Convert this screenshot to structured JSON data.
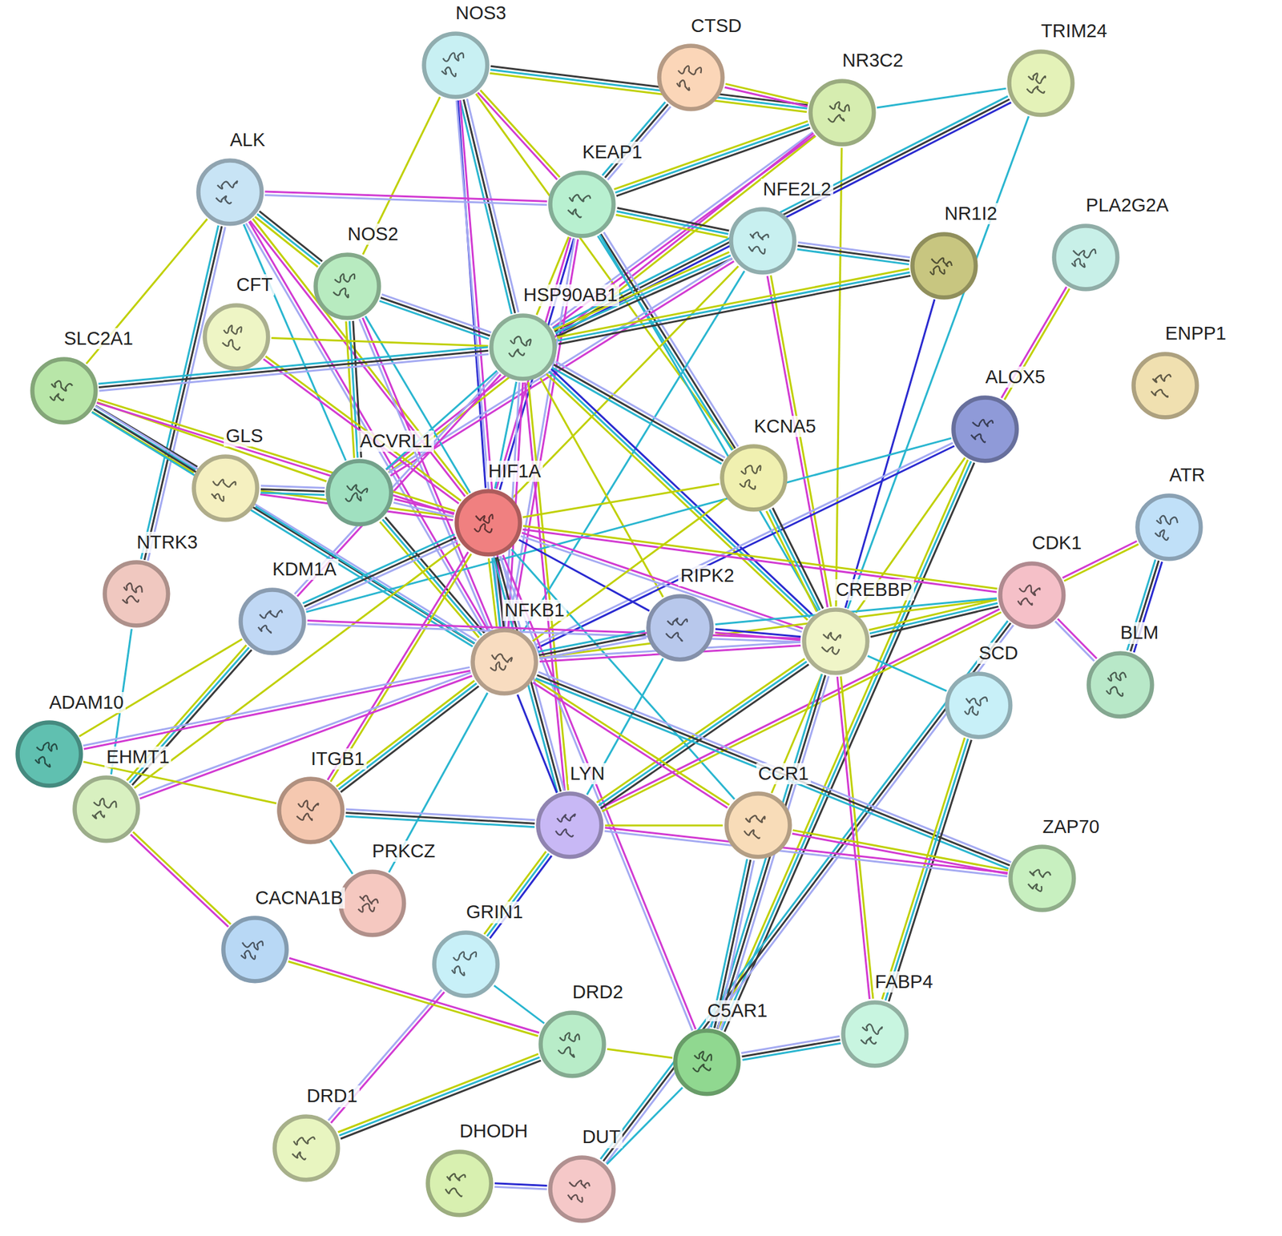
{
  "diagram": {
    "nodes": [
      {
        "text": [
          "NOS3"
        ]
      },
      {
        "text": [
          "CTSD"
        ]
      },
      {
        "text": [
          "NR3C2"
        ]
      },
      {
        "text": [
          "TRIM24"
        ]
      },
      {
        "text": [
          "ALK"
        ]
      },
      {
        "text": [
          "KEAP1"
        ]
      },
      {
        "text": [
          "NFE2L2"
        ]
      },
      {
        "text": [
          "NR1I2"
        ]
      },
      {
        "text": [
          "PLA2G2A"
        ]
      },
      {
        "text": [
          "NOS2"
        ]
      },
      {
        "text": [
          "CFT"
        ]
      },
      {
        "text": [
          "HSP90AB1"
        ]
      },
      {
        "text": [
          "SLC2A1"
        ]
      },
      {
        "text": [
          "ENPP1"
        ]
      },
      {
        "text": [
          "ALOX5"
        ]
      },
      {
        "text": [
          "GLS"
        ]
      },
      {
        "text": [
          "ACVRL1"
        ]
      },
      {
        "text": [
          "HIF1A"
        ]
      },
      {
        "text": [
          "KCNA5"
        ]
      },
      {
        "text": [
          "ATR"
        ]
      },
      {
        "text": [
          "NTRK3"
        ]
      },
      {
        "text": [
          "CDK1"
        ]
      },
      {
        "text": [
          "KDM1A"
        ]
      },
      {
        "text": [
          "RIPK2"
        ]
      },
      {
        "text": [
          "CREBBP"
        ]
      },
      {
        "text": [
          "NFKB1"
        ]
      },
      {
        "text": [
          "SCD"
        ]
      },
      {
        "text": [
          "BLM"
        ]
      },
      {
        "text": [
          "ADAM10"
        ]
      },
      {
        "text": [
          "EHMT1"
        ]
      },
      {
        "text": [
          "ITGB1"
        ]
      },
      {
        "text": [
          "LYN"
        ]
      },
      {
        "text": [
          "CCR1"
        ]
      },
      {
        "text": [
          "ZAP70"
        ]
      },
      {
        "text": [
          "PRKCZ"
        ]
      },
      {
        "text": [
          "CACNA1B"
        ]
      },
      {
        "text": [
          "GRIN1"
        ]
      },
      {
        "text": [
          "DRD2"
        ]
      },
      {
        "text": [
          "C5AR1"
        ]
      },
      {
        "text": [
          "FABP4"
        ]
      },
      {
        "text": [
          "DRD1"
        ]
      },
      {
        "text": [
          "DHODH"
        ]
      },
      {
        "text": [
          "DUT"
        ]
      }
    ],
    "edges": [
      {
        "from": 0,
        "to": 9,
        "arrow": "none"
      },
      {
        "from": 0,
        "to": 5,
        "arrow": "none"
      },
      {
        "from": 0,
        "to": 11,
        "arrow": "none"
      },
      {
        "from": 0,
        "to": 17,
        "arrow": "none"
      },
      {
        "from": 0,
        "to": 25,
        "arrow": "none"
      },
      {
        "from": 0,
        "to": 2,
        "arrow": "none"
      },
      {
        "from": 0,
        "to": 18,
        "arrow": "none"
      },
      {
        "from": 1,
        "to": 2,
        "arrow": "none"
      },
      {
        "from": 1,
        "to": 5,
        "arrow": "none"
      },
      {
        "from": 2,
        "to": 3,
        "arrow": "none"
      },
      {
        "from": 2,
        "to": 11,
        "arrow": "none"
      },
      {
        "from": 2,
        "to": 5,
        "arrow": "none"
      },
      {
        "from": 2,
        "to": 24,
        "arrow": "none"
      },
      {
        "from": 2,
        "to": 16,
        "arrow": "none"
      },
      {
        "from": 3,
        "to": 11,
        "arrow": "none"
      },
      {
        "from": 3,
        "to": 24,
        "arrow": "none"
      },
      {
        "from": 4,
        "to": 5,
        "arrow": "none"
      },
      {
        "from": 4,
        "to": 9,
        "arrow": "none"
      },
      {
        "from": 4,
        "to": 12,
        "arrow": "none"
      },
      {
        "from": 4,
        "to": 17,
        "arrow": "none"
      },
      {
        "from": 4,
        "to": 20,
        "arrow": "none"
      },
      {
        "from": 4,
        "to": 16,
        "arrow": "none"
      },
      {
        "from": 4,
        "to": 25,
        "arrow": "none"
      },
      {
        "from": 5,
        "to": 6,
        "arrow": "none"
      },
      {
        "from": 5,
        "to": 11,
        "arrow": "none"
      },
      {
        "from": 5,
        "to": 17,
        "arrow": "none"
      },
      {
        "from": 5,
        "to": 18,
        "arrow": "none"
      },
      {
        "from": 5,
        "to": 24,
        "arrow": "none"
      },
      {
        "from": 5,
        "to": 25,
        "arrow": "none"
      },
      {
        "from": 6,
        "to": 11,
        "arrow": "none"
      },
      {
        "from": 6,
        "to": 17,
        "arrow": "none"
      },
      {
        "from": 6,
        "to": 24,
        "arrow": "none"
      },
      {
        "from": 6,
        "to": 7,
        "arrow": "none"
      },
      {
        "from": 6,
        "to": 25,
        "arrow": "none"
      },
      {
        "from": 6,
        "to": 16,
        "arrow": "none"
      },
      {
        "from": 7,
        "to": 11,
        "arrow": "none"
      },
      {
        "from": 7,
        "to": 24,
        "arrow": "none"
      },
      {
        "from": 8,
        "to": 14,
        "arrow": "none"
      },
      {
        "from": 9,
        "to": 11,
        "arrow": "none"
      },
      {
        "from": 9,
        "to": 17,
        "arrow": "none"
      },
      {
        "from": 9,
        "to": 25,
        "arrow": "none"
      },
      {
        "from": 9,
        "to": 16,
        "arrow": "none"
      },
      {
        "from": 10,
        "to": 11,
        "arrow": "none"
      },
      {
        "from": 10,
        "to": 17,
        "arrow": "none"
      },
      {
        "from": 11,
        "to": 12,
        "arrow": "none"
      },
      {
        "from": 11,
        "to": 17,
        "arrow": "none"
      },
      {
        "from": 11,
        "to": 25,
        "arrow": "none"
      },
      {
        "from": 11,
        "to": 24,
        "arrow": "none"
      },
      {
        "from": 11,
        "to": 23,
        "arrow": "none"
      },
      {
        "from": 11,
        "to": 31,
        "arrow": "none"
      },
      {
        "from": 11,
        "to": 18,
        "arrow": "none"
      },
      {
        "from": 11,
        "to": 16,
        "arrow": "none"
      },
      {
        "from": 11,
        "to": 22,
        "arrow": "none"
      },
      {
        "from": 12,
        "to": 15,
        "arrow": "none"
      },
      {
        "from": 12,
        "to": 16,
        "arrow": "none"
      },
      {
        "from": 12,
        "to": 17,
        "arrow": "none"
      },
      {
        "from": 12,
        "to": 25,
        "arrow": "none"
      },
      {
        "from": 14,
        "to": 22,
        "arrow": "none"
      },
      {
        "from": 14,
        "to": 25,
        "arrow": "none"
      },
      {
        "from": 14,
        "to": 38,
        "arrow": "none"
      },
      {
        "from": 14,
        "to": 24,
        "arrow": "none"
      },
      {
        "from": 15,
        "to": 17,
        "arrow": "none"
      },
      {
        "from": 15,
        "to": 16,
        "arrow": "none"
      },
      {
        "from": 15,
        "to": 25,
        "arrow": "none"
      },
      {
        "from": 16,
        "to": 17,
        "arrow": "none"
      },
      {
        "from": 16,
        "to": 25,
        "arrow": "none"
      },
      {
        "from": 17,
        "to": 18,
        "arrow": "none"
      },
      {
        "from": 17,
        "to": 21,
        "arrow": "none"
      },
      {
        "from": 17,
        "to": 22,
        "arrow": "none"
      },
      {
        "from": 17,
        "to": 23,
        "arrow": "none"
      },
      {
        "from": 17,
        "to": 24,
        "arrow": "none"
      },
      {
        "from": 17,
        "to": 25,
        "arrow": "none"
      },
      {
        "from": 17,
        "to": 29,
        "arrow": "none"
      },
      {
        "from": 17,
        "to": 30,
        "arrow": "none"
      },
      {
        "from": 17,
        "to": 31,
        "arrow": "none"
      },
      {
        "from": 17,
        "to": 32,
        "arrow": "none"
      },
      {
        "from": 17,
        "to": 38,
        "arrow": "none"
      },
      {
        "from": 18,
        "to": 24,
        "arrow": "none"
      },
      {
        "from": 18,
        "to": 25,
        "arrow": "none"
      },
      {
        "from": 19,
        "to": 21,
        "arrow": "none"
      },
      {
        "from": 19,
        "to": 27,
        "arrow": "none"
      },
      {
        "from": 20,
        "to": 29,
        "arrow": "none"
      },
      {
        "from": 21,
        "to": 27,
        "arrow": "none"
      },
      {
        "from": 21,
        "to": 24,
        "arrow": "none"
      },
      {
        "from": 21,
        "to": 25,
        "arrow": "none"
      },
      {
        "from": 21,
        "to": 31,
        "arrow": "none"
      },
      {
        "from": 21,
        "to": 42,
        "arrow": "none"
      },
      {
        "from": 21,
        "to": 23,
        "arrow": "none"
      },
      {
        "from": 22,
        "to": 24,
        "arrow": "none"
      },
      {
        "from": 22,
        "to": 29,
        "arrow": "none"
      },
      {
        "from": 22,
        "to": 28,
        "arrow": "none"
      },
      {
        "from": 23,
        "to": 24,
        "arrow": "none"
      },
      {
        "from": 23,
        "to": 25,
        "arrow": "none"
      },
      {
        "from": 23,
        "to": 31,
        "arrow": "none"
      },
      {
        "from": 24,
        "to": 25,
        "arrow": "none"
      },
      {
        "from": 24,
        "to": 31,
        "arrow": "none"
      },
      {
        "from": 24,
        "to": 32,
        "arrow": "none"
      },
      {
        "from": 24,
        "to": 39,
        "arrow": "none"
      },
      {
        "from": 24,
        "to": 38,
        "arrow": "none"
      },
      {
        "from": 24,
        "to": 26,
        "arrow": "none"
      },
      {
        "from": 25,
        "to": 29,
        "arrow": "none"
      },
      {
        "from": 25,
        "to": 30,
        "arrow": "none"
      },
      {
        "from": 25,
        "to": 31,
        "arrow": "none"
      },
      {
        "from": 25,
        "to": 32,
        "arrow": "none"
      },
      {
        "from": 25,
        "to": 33,
        "arrow": "none"
      },
      {
        "from": 25,
        "to": 34,
        "arrow": "none"
      },
      {
        "from": 25,
        "to": 28,
        "arrow": "none"
      },
      {
        "from": 26,
        "to": 39,
        "arrow": "none"
      },
      {
        "from": 28,
        "to": 30,
        "arrow": "none"
      },
      {
        "from": 29,
        "to": 35,
        "arrow": "none"
      },
      {
        "from": 30,
        "to": 31,
        "arrow": "none"
      },
      {
        "from": 30,
        "to": 34,
        "arrow": "none"
      },
      {
        "from": 31,
        "to": 33,
        "arrow": "none"
      },
      {
        "from": 31,
        "to": 36,
        "arrow": "none"
      },
      {
        "from": 31,
        "to": 32,
        "arrow": "none"
      },
      {
        "from": 32,
        "to": 33,
        "arrow": "none"
      },
      {
        "from": 32,
        "to": 38,
        "arrow": "none"
      },
      {
        "from": 36,
        "to": 37,
        "arrow": "none"
      },
      {
        "from": 36,
        "to": 40,
        "arrow": "none"
      },
      {
        "from": 37,
        "to": 40,
        "arrow": "none"
      },
      {
        "from": 37,
        "to": 38,
        "arrow": "none"
      },
      {
        "from": 37,
        "to": 35,
        "arrow": "none"
      },
      {
        "from": 38,
        "to": 39,
        "arrow": "none"
      },
      {
        "from": 38,
        "to": 42,
        "arrow": "none"
      },
      {
        "from": 41,
        "to": 42,
        "arrow": "none"
      }
    ]
  }
}
